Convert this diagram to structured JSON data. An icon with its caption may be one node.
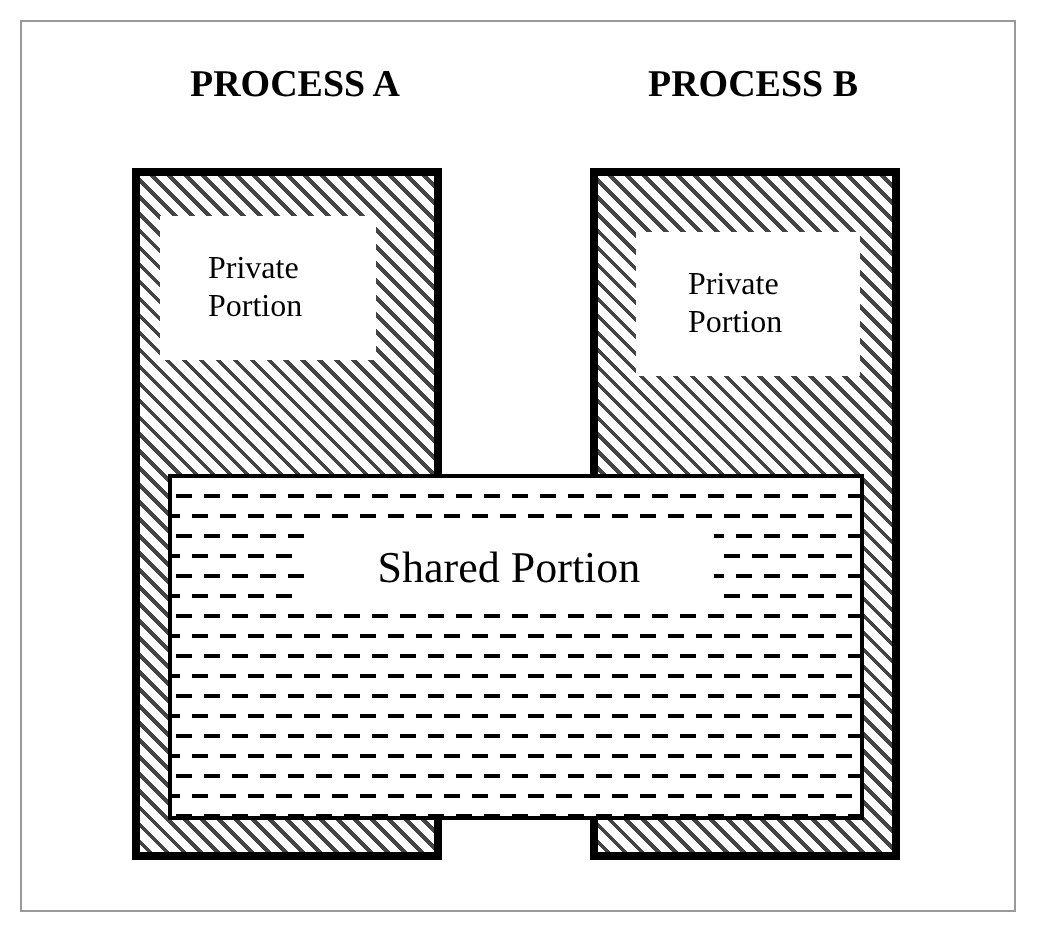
{
  "diagram": {
    "nodes": [
      {
        "text": [
          "PROCESS A"
        ]
      },
      {
        "text": [
          "Private Portion"
        ],
        "in": 0
      },
      {
        "text": [
          "PROCESS B"
        ]
      },
      {
        "text": [
          "Private Portion"
        ],
        "in": 2
      },
      {
        "text": [
          "Shared Portion"
        ]
      }
    ]
  }
}
